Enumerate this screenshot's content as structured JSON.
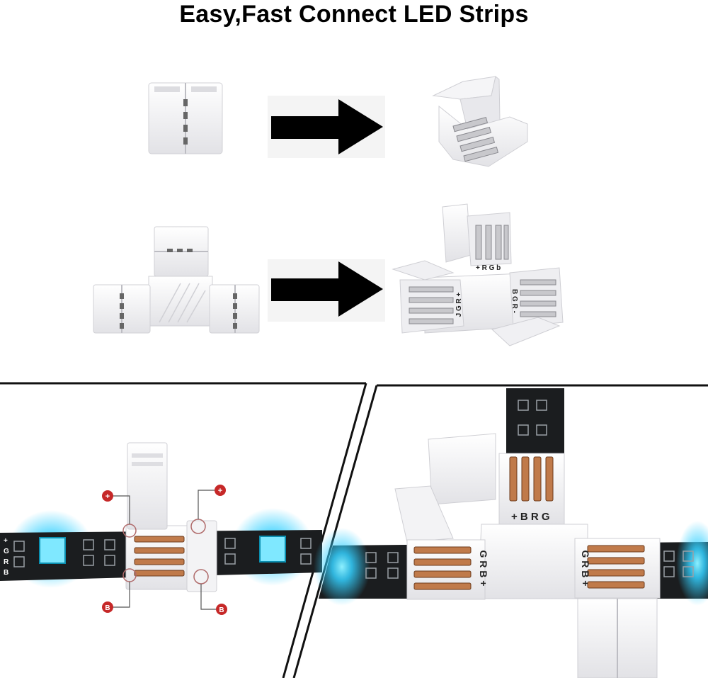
{
  "title": "Easy,Fast Connect LED Strips",
  "colors": {
    "connector": "#f1f1f3",
    "connector_shade": "#d4d4d8",
    "arrow": "#000000",
    "strip": "#1b1d1f",
    "led_glow": "#34d0ff",
    "pin": "#c07a4a",
    "badge": "#c62828"
  },
  "icons": {
    "arrow_top": "right-arrow-icon",
    "arrow_bottom": "right-arrow-icon",
    "badge_plus": "plus-badge-icon",
    "badge_b": "b-badge-icon"
  },
  "tconnector_open_labels": {
    "top": "+ R G b",
    "right": "B G R -",
    "left": "J G R +"
  },
  "bottom_left": {
    "strip_pins": [
      "+",
      "G",
      "R",
      "B"
    ],
    "badge_plus_left": "+",
    "badge_plus_right": "+",
    "badge_b_left": "B",
    "badge_b_right": "B"
  },
  "bottom_right": {
    "top_pins": "+ B R G",
    "left_pins": "G R B +",
    "right_pins": "G R B +"
  }
}
